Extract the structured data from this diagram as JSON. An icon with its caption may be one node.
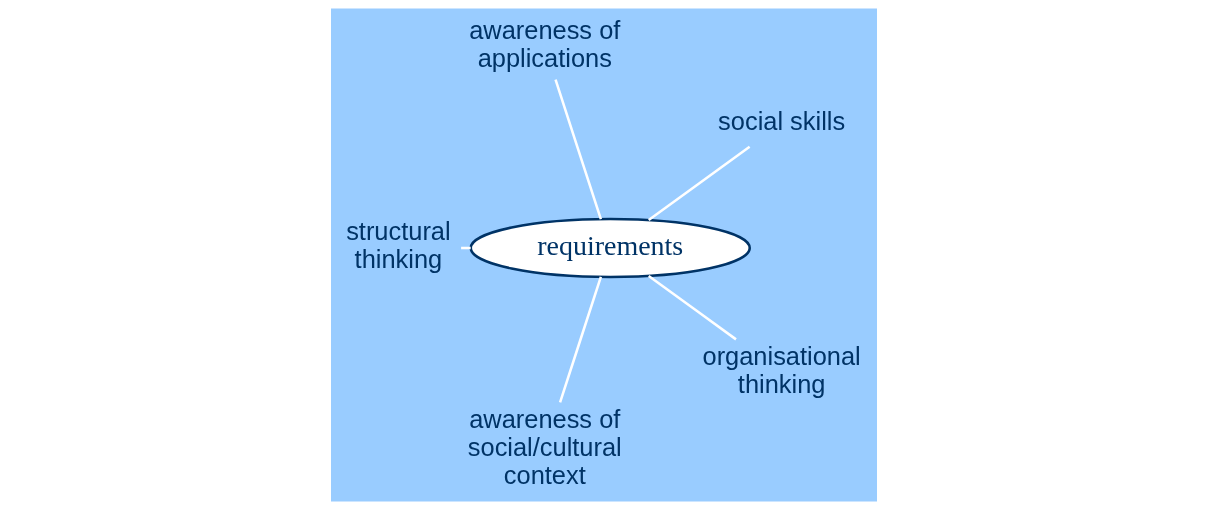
{
  "diagram": {
    "nodes": [
      {
        "text": [
          "requirements"
        ]
      },
      {
        "text": [
          "social skills"
        ]
      },
      {
        "text": [
          "awareness of applications"
        ]
      },
      {
        "text": [
          "structural thinking"
        ]
      },
      {
        "text": [
          "awareness of social/cultural context"
        ]
      },
      {
        "text": [
          "organisational thinking"
        ]
      }
    ],
    "edges": [
      {
        "from": 0,
        "to": 1,
        "arrow": "none"
      },
      {
        "from": 0,
        "to": 2,
        "arrow": "none"
      },
      {
        "from": 0,
        "to": 3,
        "arrow": "none"
      },
      {
        "from": 0,
        "to": 4,
        "arrow": "none"
      },
      {
        "from": 0,
        "to": 5,
        "arrow": "none"
      }
    ]
  }
}
